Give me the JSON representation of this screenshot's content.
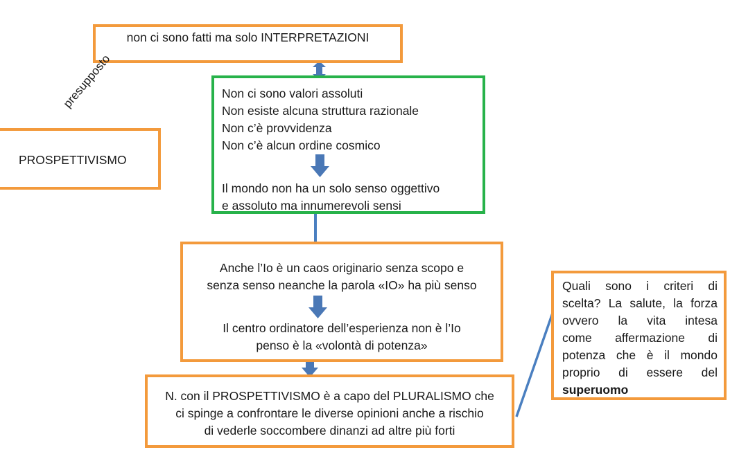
{
  "top_box": {
    "text": "non ci sono fatti ma solo INTERPRETAZIONI"
  },
  "side_box": {
    "text": "PROSPETTIVISMO",
    "relation_label": "presupposto"
  },
  "green_box": {
    "lines": [
      "Non ci sono valori assoluti",
      "Non esiste alcuna struttura razionale",
      "Non c’è provvidenza",
      "Non c’è alcun ordine cosmico"
    ],
    "conclusion_lines": [
      "Il mondo non ha un solo senso oggettivo",
      "e assoluto ma innumerevoli sensi"
    ]
  },
  "io_box": {
    "lines": [
      "Anche l’Io è un caos originario senza scopo e",
      "senza senso neanche la parola «IO» ha più senso"
    ],
    "conclusion_lines": [
      "Il centro ordinatore dell’esperienza non è l’Io",
      "penso è la «volontà di potenza»"
    ]
  },
  "pluralism_box": {
    "lines": [
      "N. con il PROSPETTIVISMO è a capo del PLURALISMO che",
      "ci spinge a confrontare le diverse opinioni anche a rischio",
      "di vederle soccombere dinanzi ad altre più forti"
    ]
  },
  "criteria_box": {
    "lines": [
      "Quali sono i criteri di",
      "scelta? La salute, la forza",
      "ovvero la vita intesa",
      "come affermazione di",
      "potenza che è il mondo",
      "proprio di essere del"
    ],
    "bold_word": "superuomo"
  },
  "colors": {
    "orange_border": "#f39a3c",
    "green_border": "#27b24a",
    "arrow_fill": "#4a78b6",
    "connector_line": "#4a7fc0"
  }
}
